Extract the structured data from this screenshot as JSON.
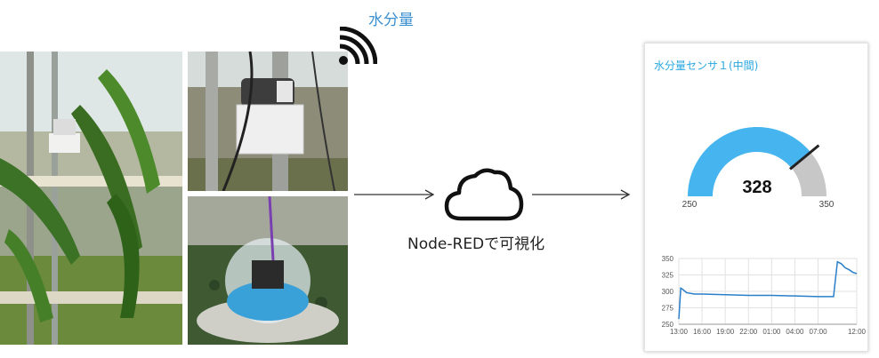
{
  "header": {
    "label": "水分量"
  },
  "center": {
    "label": "Node-REDで可視化"
  },
  "card": {
    "title": "水分量センサ１(中間)"
  },
  "gauge": {
    "value": 328,
    "value_text": "328",
    "min": 250,
    "max": 350,
    "min_label": "250",
    "max_label": "350",
    "fill_color": "#46b4ef",
    "track_color": "#c7c7c7"
  },
  "chart_data": {
    "type": "line",
    "title": "",
    "xlabel": "",
    "ylabel": "",
    "ylim": [
      250,
      350
    ],
    "yticks": [
      "350",
      "325",
      "300",
      "275",
      "250"
    ],
    "xticks": [
      "13:00",
      "16:00",
      "19:00",
      "22:00",
      "01:00",
      "04:00",
      "07:00",
      "12:00"
    ],
    "x": [
      "13:00",
      "13:15",
      "13:30",
      "14:00",
      "15:00",
      "16:00",
      "19:00",
      "22:00",
      "01:00",
      "04:00",
      "07:00",
      "09:00",
      "09:10",
      "09:30",
      "10:00",
      "10:30",
      "11:00",
      "11:30",
      "12:00"
    ],
    "values": [
      258,
      305,
      303,
      298,
      296,
      296,
      295,
      294,
      294,
      293,
      292,
      292,
      310,
      345,
      342,
      336,
      333,
      329,
      327
    ],
    "line_color": "#2a7fc9"
  }
}
